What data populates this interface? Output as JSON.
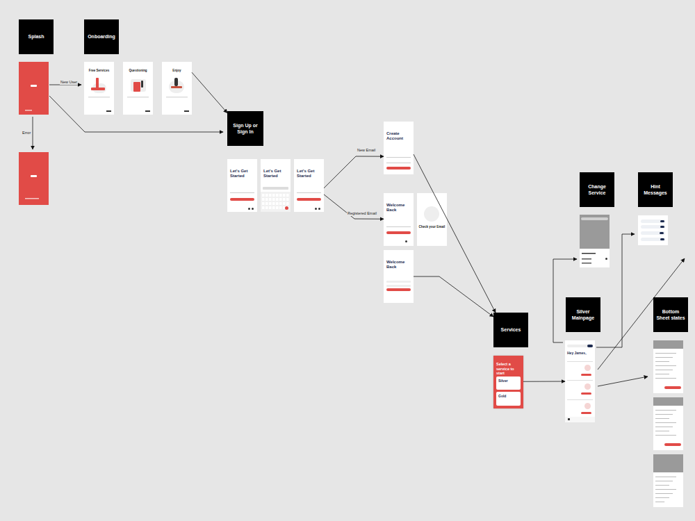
{
  "diagram": {
    "nodes": [
      {
        "text": [
          "Splash"
        ]
      },
      {
        "text": [
          "Onboarding"
        ]
      },
      {
        "text": [
          "Free Services"
        ]
      },
      {
        "text": [
          "Questioning"
        ]
      },
      {
        "text": [
          "Enjoy"
        ]
      },
      {
        "text": [
          "Sign Up or Sign In"
        ]
      },
      {
        "text": [
          "Let's Get Started"
        ]
      },
      {
        "text": [
          "Let's Get Started"
        ]
      },
      {
        "text": [
          "Let's Get Started"
        ]
      },
      {
        "text": [
          "Create Account"
        ]
      },
      {
        "text": [
          "Welcome Back"
        ]
      },
      {
        "text": [
          "Check your Email"
        ]
      },
      {
        "text": [
          "Welcome Back"
        ]
      },
      {
        "text": [
          "Services"
        ]
      },
      {
        "text": [
          "Select a service to start"
        ]
      },
      {
        "text": [
          "Silver"
        ],
        "in": 14
      },
      {
        "text": [
          "Gold"
        ],
        "in": 14
      },
      {
        "text": [
          "Change Service"
        ]
      },
      {
        "text": [
          "Hint Messages"
        ]
      },
      {
        "text": [
          "Silver Mainpage"
        ]
      },
      {
        "text": [
          "Hey James,"
        ]
      },
      {
        "text": [
          "Bottom Sheet states"
        ]
      }
    ],
    "edges": [
      {
        "from": 4,
        "to": 5,
        "arrow": "to"
      },
      {
        "from": 8,
        "to": 9,
        "label": "New Email",
        "arrow": "to"
      },
      {
        "from": 8,
        "to": 10,
        "label": "Registered Email",
        "arrow": "to"
      },
      {
        "from": 9,
        "to": 13,
        "arrow": "to"
      },
      {
        "from": 12,
        "to": 13,
        "arrow": "to"
      },
      {
        "from": 14,
        "to": 20,
        "arrow": "to"
      }
    ],
    "labels": [
      "New User",
      "Error"
    ]
  }
}
